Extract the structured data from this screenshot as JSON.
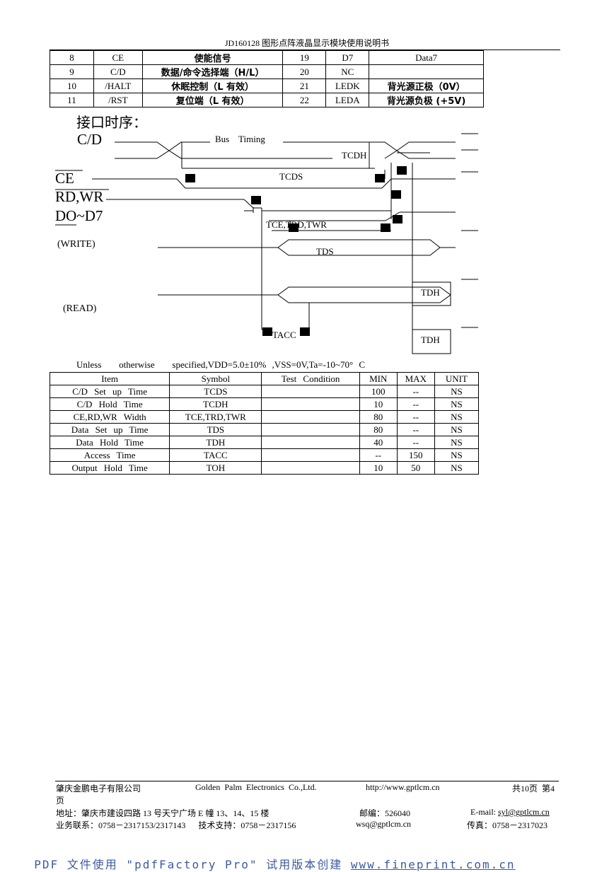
{
  "header": {
    "title": "JD160128 图形点阵液晶显示模块使用说明书"
  },
  "pin_table": {
    "rows": [
      [
        "8",
        "CE",
        "使能信号",
        "19",
        "D7",
        "Data7"
      ],
      [
        "9",
        "C/D",
        "数据/命令选择端（H/L）",
        "20",
        "NC",
        ""
      ],
      [
        "10",
        "/HALT",
        "休眠控制（L 有效）",
        "21",
        "LEDK",
        "背光源正极（0V）"
      ],
      [
        "11",
        "/RST",
        "复位端（L 有效）",
        "22",
        "LEDA",
        "背光源负极 (+5V)"
      ]
    ]
  },
  "timing": {
    "section_title": "接口时序：",
    "signals": {
      "cd": "C/D",
      "ce": "CE",
      "rdwr": "RD,WR",
      "data": "DO~D7",
      "write": "(WRITE)",
      "read": "(READ)"
    },
    "labels": {
      "bus_timing": "Bus    Timing",
      "tcdh": "TCDH",
      "tcds": "TCDS",
      "tce": "TCE,TRD,TWR",
      "tds": "TDS",
      "tdh1": "TDH",
      "tdh2": "TDH",
      "tacc": "TACC"
    }
  },
  "conditions": "Unless   otherwise   specified,VDD=5.0±10% ,VSS=0V,Ta=-10~70° C",
  "spec_table": {
    "headers": [
      "Item",
      "Symbol",
      "Test  Condition",
      "MIN",
      "MAX",
      "UNIT"
    ],
    "rows": [
      [
        "C/D  Set  up  Time",
        "TCDS",
        "",
        "100",
        "--",
        "NS"
      ],
      [
        "C/D  Hold  Time",
        "TCDH",
        "",
        "10",
        "--",
        "NS"
      ],
      [
        "CE,RD,WR  Width",
        "TCE,TRD,TWR",
        "",
        "80",
        "--",
        "NS"
      ],
      [
        "Data  Set  up  Time",
        "TDS",
        "",
        "80",
        "--",
        "NS"
      ],
      [
        "Data  Hold  Time",
        "TDH",
        "",
        "40",
        "--",
        "NS"
      ],
      [
        "Access  Time",
        "TACC",
        "",
        "--",
        "150",
        "NS"
      ],
      [
        "Output  Hold  Time",
        "TOH",
        "",
        "10",
        "50",
        "NS"
      ]
    ]
  },
  "footer": {
    "company_cn": "肇庆金鹏电子有限公司",
    "company_en": "Golden  Palm  Electronics  Co.,Ltd.",
    "url": "http://www.gptlcm.cn",
    "page_info": "共10页  第4",
    "page_suffix": "页",
    "address": "地址：肇庆市建设四路 13 号天宁广场 E 幢 13、14、15 楼",
    "postcode": "邮编：526040",
    "email_label": "E-mail: ",
    "email": "syl@gptlcm.cn",
    "sales": "业务联系：0758－2317153/2317143      技术支持：0758－2317156",
    "email2": "wsq@gptlcm.cn",
    "fax": "传真：0758－2317023"
  },
  "pdf_banner": {
    "text": "PDF 文件使用 \"pdfFactory Pro\" 试用版本创建 ",
    "url": "www.fineprint.com.cn"
  }
}
